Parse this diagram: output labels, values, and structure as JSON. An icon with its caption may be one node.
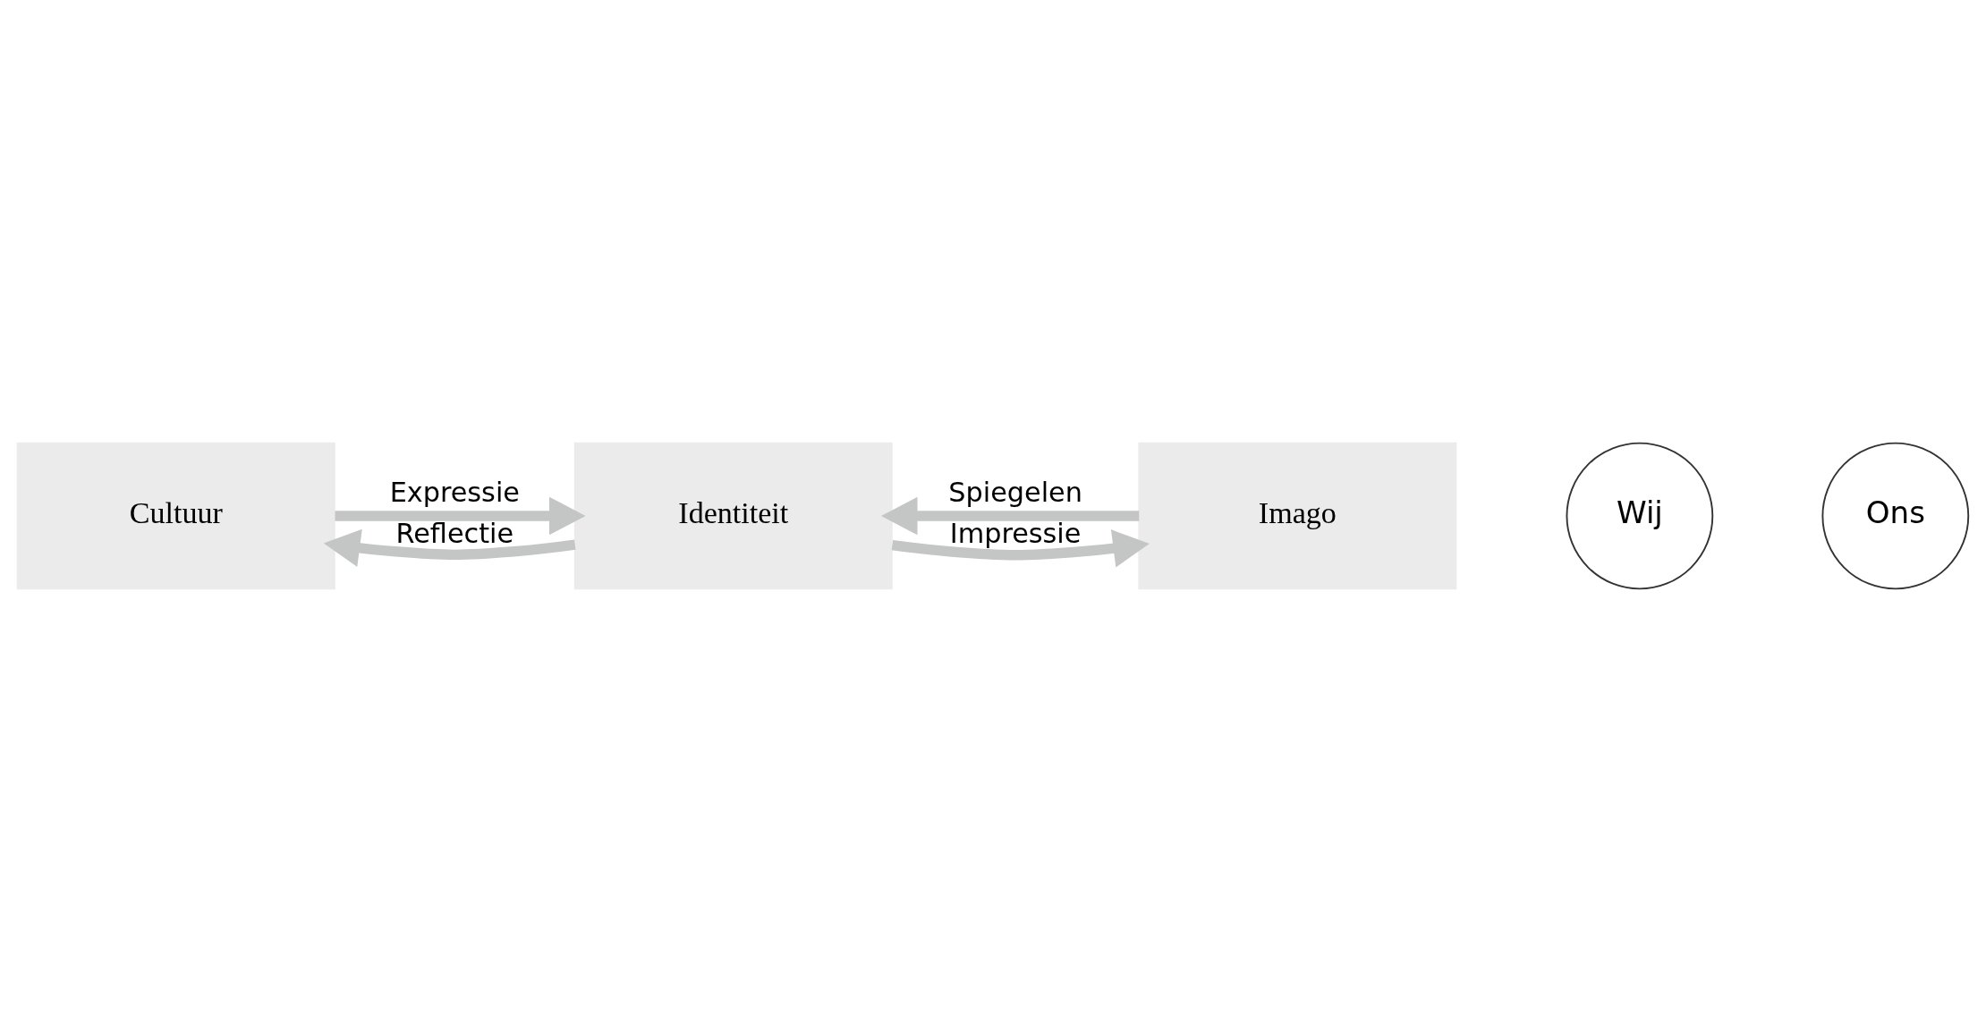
{
  "diagram": {
    "nodes": [
      {
        "text": [
          "Cultuur"
        ]
      },
      {
        "text": [
          "Wij"
        ]
      },
      {
        "text": [
          "Identiteit"
        ]
      },
      {
        "text": [
          "Ons"
        ]
      },
      {
        "text": [
          "Imago"
        ]
      }
    ],
    "edges": [
      {
        "from": 0,
        "to": 2,
        "arrow": "to",
        "label": "Expressie"
      },
      {
        "from": 4,
        "to": 2,
        "arrow": "to",
        "label": "Spiegelen"
      },
      {
        "from": 2,
        "to": 0,
        "arrow": "to",
        "label": "Reflectie"
      },
      {
        "from": 2,
        "to": 4,
        "arrow": "to",
        "label": "Impressie"
      }
    ]
  }
}
